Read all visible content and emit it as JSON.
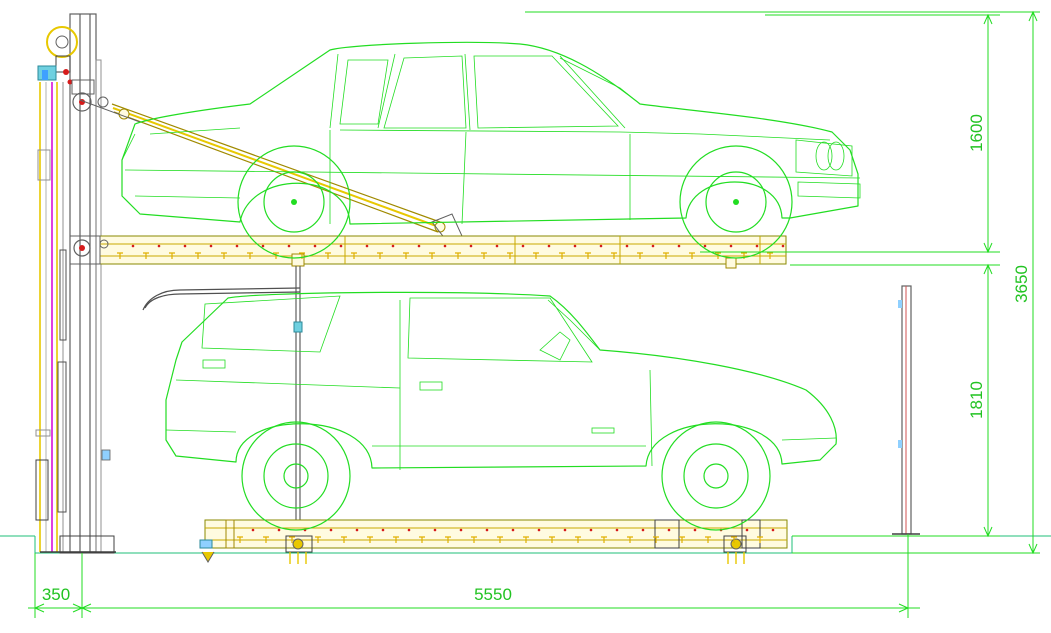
{
  "dimensions": {
    "upper_clearance": "1600",
    "lower_clearance": "1810",
    "total_height": "3650",
    "column_offset": "350",
    "platform_length": "5550"
  },
  "colors": {
    "car_outline": "#22dd22",
    "dimension": "#22c322",
    "platform_beam": "#e8c800",
    "hydraulic_line": "#e040e0",
    "post_steel": "#606060",
    "accent_red": "#d61b1b"
  }
}
